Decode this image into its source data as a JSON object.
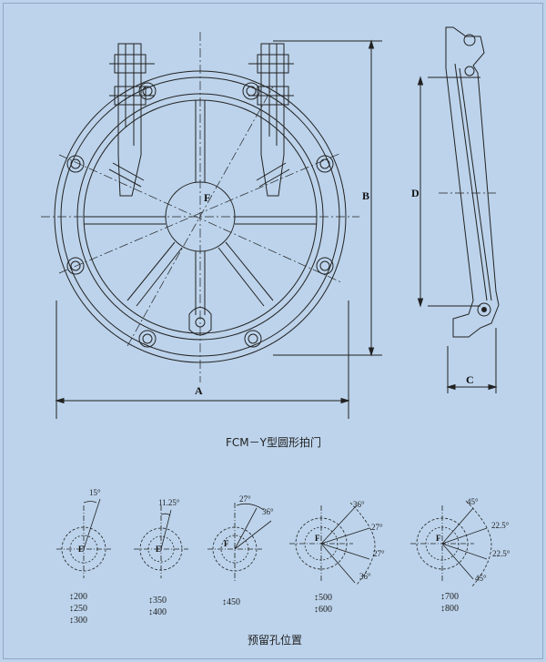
{
  "dims": {
    "A": "A",
    "B": "B",
    "C": "C",
    "D": "D",
    "F": "F"
  },
  "caption_main": "FCM－Y型圆形拍门",
  "caption_holes": "预留孔位置",
  "patterns": [
    {
      "center": "E",
      "angles": [
        "15°"
      ],
      "sizes": [
        "↕200",
        "↕250",
        "↕300"
      ]
    },
    {
      "center": "E",
      "angles": [
        "11.25°"
      ],
      "sizes": [
        "↕350",
        "↕400"
      ]
    },
    {
      "center": "F",
      "angles": [
        "27°",
        "36°"
      ],
      "sizes": [
        "↕450"
      ]
    },
    {
      "center": "F",
      "angles": [
        "36°",
        "27°",
        "27°",
        "36°"
      ],
      "sizes": [
        "↕500",
        "↕600"
      ]
    },
    {
      "center": "F",
      "angles": [
        "45°",
        "22.5°",
        "22.5°",
        "45°"
      ],
      "sizes": [
        "↕700",
        "↕800"
      ]
    }
  ]
}
